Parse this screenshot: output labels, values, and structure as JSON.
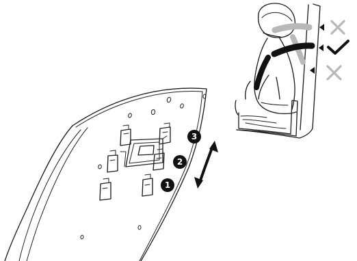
{
  "steps": [
    {
      "label": "1"
    },
    {
      "label": "2"
    },
    {
      "label": "3"
    }
  ],
  "positions": [
    {
      "status": "incorrect",
      "icon": "cross-icon"
    },
    {
      "status": "correct",
      "icon": "check-icon"
    },
    {
      "status": "incorrect",
      "icon": "cross-icon"
    }
  ],
  "colors": {
    "line": "#1f1f1f",
    "badge": "#111111",
    "strap": "#111111",
    "incorrect_mark": "#b8b8b8",
    "correct_mark": "#111111"
  }
}
